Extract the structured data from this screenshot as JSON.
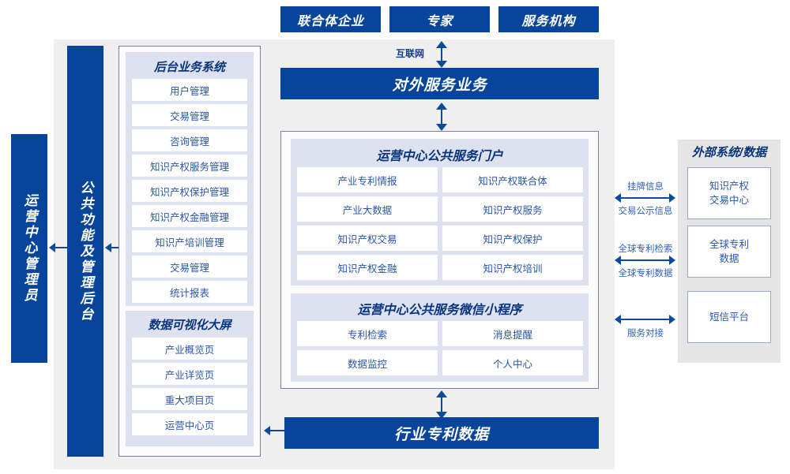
{
  "colors": {
    "navy": "#07459a",
    "panel_border": "#7b7fae",
    "group_bg": "#dde1f0",
    "stage_bg": "#efefef",
    "ext_bg": "#e5e5e5",
    "text_blue": "#2a56a8",
    "arrow": "#0a4b9c"
  },
  "top_actors": [
    {
      "label": "联合体企业"
    },
    {
      "label": "专家"
    },
    {
      "label": "服务机构"
    }
  ],
  "connectors": {
    "internet": "互联网",
    "ext_trade_top": "挂牌信息",
    "ext_trade_bottom": "交易公示信息",
    "ext_patent_top": "全球专利检索",
    "ext_patent_bottom": "全球专利数据",
    "ext_sms_bottom": "服务对接"
  },
  "external_service_bar": {
    "label": "对外服务业务"
  },
  "bottom_bar": {
    "label": "行业专利数据"
  },
  "left_sidebars": [
    {
      "label": "运营中心管理员"
    },
    {
      "label": "公共功能及管理后台"
    }
  ],
  "backend_group": {
    "title": "后台业务系统",
    "items": [
      "用户管理",
      "交易管理",
      "咨询管理",
      "知识产权服务管理",
      "知识产权保护管理",
      "知识产权金融管理",
      "知识产培训管理",
      "交易管理",
      "统计报表"
    ]
  },
  "visual_group": {
    "title": "数据可视化大屏",
    "items": [
      "产业概览页",
      "产业详览页",
      "重大项目页",
      "运营中心页"
    ]
  },
  "portal_group": {
    "title": "运营中心公共服务门户",
    "items": [
      "产业专利情报",
      "知识产权联合体",
      "产业大数据",
      "知识产权服务",
      "知识产权交易",
      "知识产权保护",
      "知识产权金融",
      "知识产权培训"
    ]
  },
  "miniapp_group": {
    "title": "运营中心公共服务微信小程序",
    "items": [
      "专利检索",
      "消息提醒",
      "数据监控",
      "个人中心"
    ]
  },
  "external_panel": {
    "title": "外部系统/数据",
    "boxes": [
      "知识产权\n交易中心",
      "全球专利\n数据",
      "短信平台"
    ]
  }
}
